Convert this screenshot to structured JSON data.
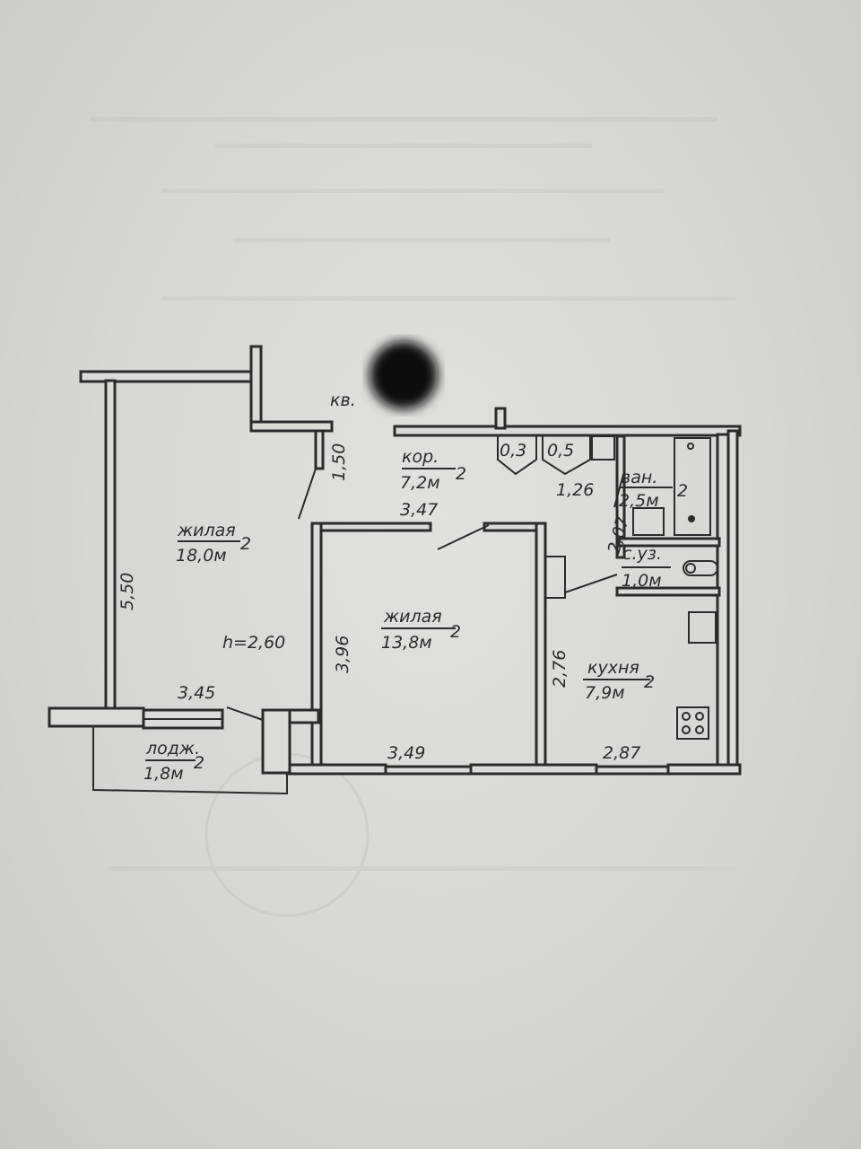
{
  "plan": {
    "apartment_label": "кв.",
    "rooms": {
      "living1": {
        "name": "жилая",
        "area": "18,0м"
      },
      "living2": {
        "name": "жилая",
        "area": "13,8м"
      },
      "corridor": {
        "name": "кор.",
        "area": "7,2м"
      },
      "bath": {
        "name": "ван.",
        "area": "2,5м"
      },
      "wc": {
        "name": "с.уз.",
        "area": "1,0м"
      },
      "kitchen": {
        "name": "кухня",
        "area": "7,9м"
      },
      "loggia": {
        "name": "лодж.",
        "area": "1,8м"
      },
      "closet1": {
        "area": "0,3"
      },
      "closet2": {
        "area": "0,5"
      }
    },
    "sq": "2",
    "height": "h=2,60",
    "dimensions": {
      "d550": "5,50",
      "d150": "1,50",
      "d347": "3,47",
      "d126": "1,26",
      "d207": "2,07",
      "d396": "3,96",
      "d345": "3,45",
      "d349": "3,49",
      "d276": "2,76",
      "d287": "2,87"
    }
  }
}
